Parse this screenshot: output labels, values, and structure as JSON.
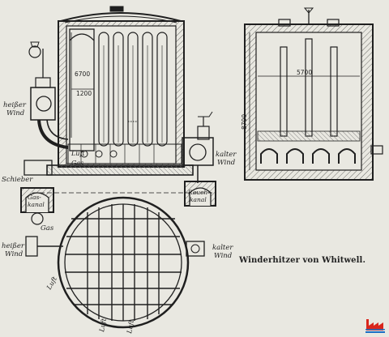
{
  "caption": "Winderhitzer von Whitwell.",
  "labels": {
    "heisser_wind_top": "heißer",
    "heisser_wind_bottom": "Wind",
    "schieber": "Schieber",
    "gas_kanal_1": "Gas-",
    "gas_kanal_2": "kanal",
    "luft_upper": "Luft",
    "gas_upper": "Gas",
    "kalter_wind_top": "kalter",
    "kalter_wind_bottom": "Wind",
    "rauch_kanal_1": "Rauch-",
    "rauch_kanal_2": "kanal",
    "gas_plan": "Gas",
    "heisser_plan_top": "heißer",
    "heisser_plan_bottom": "Wind",
    "luft_plan_left": "Luft",
    "luft_plan_bottom_1": "Luft",
    "luft_plan_bottom_2": "Luft",
    "kalter_plan_top": "kalter",
    "kalter_plan_bottom": "Wind"
  },
  "dimensions": {
    "height_left": "6700",
    "width_left": "1200",
    "width_right": "5700",
    "height_right": "8700"
  },
  "colors": {
    "paper": "#e9e8e1",
    "ink": "#1f1f1f",
    "hatch": "#6c6c68",
    "logo_red": "#d9261c",
    "logo_blue": "#1b6fc4"
  },
  "icons": {
    "logo": "factory-logo-icon"
  }
}
